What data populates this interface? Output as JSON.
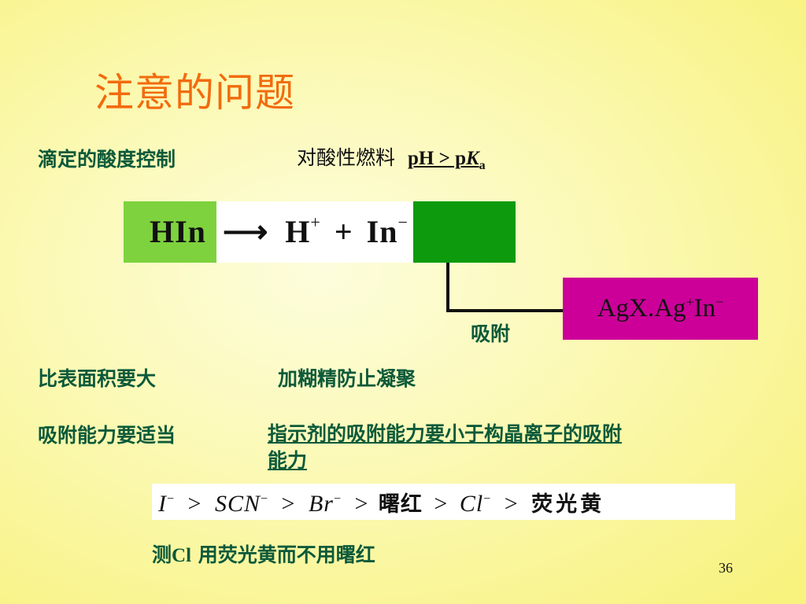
{
  "slide": {
    "title": "注意的问题",
    "page_number": "36"
  },
  "row1": {
    "heading": "滴定的酸度控制",
    "dye_text": "对酸性燃料",
    "condition_ph": "pH > p",
    "condition_k": "K",
    "condition_sub": "a"
  },
  "equation": {
    "left": "HIn",
    "arrow": "⟶",
    "h": "H",
    "h_charge": "+",
    "plus": "+",
    "in": "In",
    "in_charge": "−",
    "adsorb_label": "吸附"
  },
  "complex": {
    "base": "AgX.Ag",
    "ag_charge": "+",
    "in": "In",
    "in_charge": "−"
  },
  "row2": {
    "heading": "比表面积要大",
    "text": "加糊精防止凝聚"
  },
  "row3": {
    "heading": "吸附能力要适当",
    "text_line1": "指示剂的吸附能力要小于构晶离子的吸附",
    "text_line2": "能力"
  },
  "series": {
    "i": "I",
    "neg": "−",
    "gt": ">",
    "scn": "SCN",
    "br": "Br",
    "eosin": "曙红",
    "cl": "Cl",
    "fluorescein": "荧光黄"
  },
  "footer_note": {
    "text_pre": "测",
    "text_cl": "Cl",
    "text_post": " 用荧光黄而不用曙红"
  },
  "colors": {
    "title": "#f26b0e",
    "heading": "#0c5a3a",
    "light_green": "#7ed23e",
    "dark_green": "#0d9b0d",
    "magenta": "#cc0099"
  }
}
